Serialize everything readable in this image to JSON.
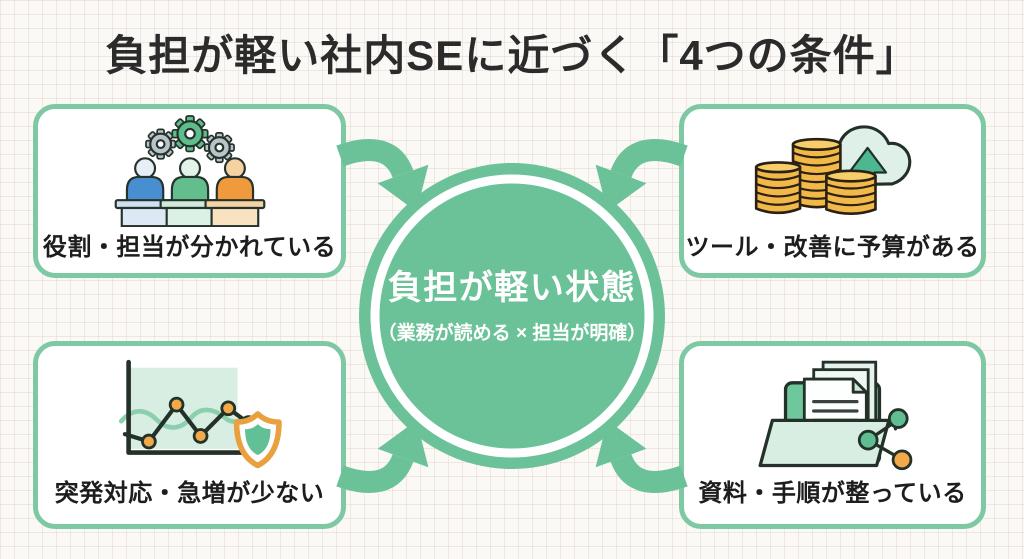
{
  "title": "負担が軽い社内SEに近づく「4つの条件」",
  "center_circle": {
    "main": "負担が軽い状態",
    "sub": "（業務が読める × 担当が明確）"
  },
  "boxes": [
    {
      "id": "roles",
      "label": "役割・担当が分かれている",
      "icon": "team-gears-icon"
    },
    {
      "id": "budget",
      "label": "ツール・改善に予算がある",
      "icon": "coins-cloud-upload-icon"
    },
    {
      "id": "incidents",
      "label": "突発対応・急増が少ない",
      "icon": "chart-shield-icon"
    },
    {
      "id": "documents",
      "label": "資料・手順が整っている",
      "icon": "folder-documents-share-icon"
    }
  ],
  "colors": {
    "accent_green": "#6cc298",
    "box_border_green": "#7ec9a3",
    "light_green": "#d8eee3",
    "coin_gold": "#f2b848",
    "orange": "#f2a94a",
    "blue": "#4a8ed2",
    "gear_gray": "#b9c4ca",
    "ink": "#26322c",
    "text_dark": "#2b2b2b",
    "white": "#ffffff"
  }
}
